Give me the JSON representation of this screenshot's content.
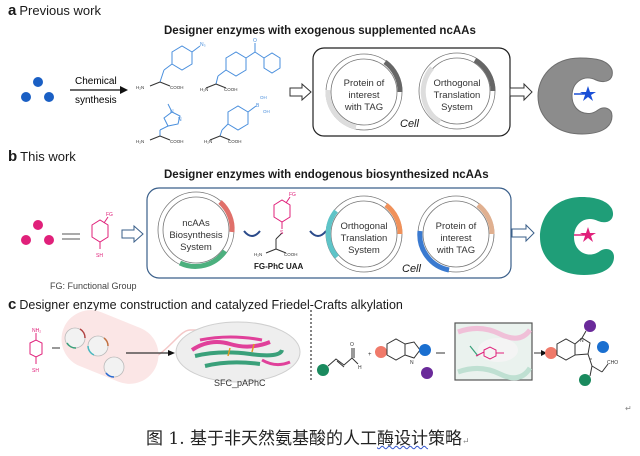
{
  "panel_a": {
    "letter": "a",
    "label": "Previous work",
    "title": "Designer enzymes with exogenous supplemented ncAAs",
    "arrow_label_top": "Chemical",
    "arrow_label_bottom": "synthesis",
    "molecule_labels": {
      "amine": "H₂N",
      "acid": "COOH",
      "azide": "N₃",
      "ketone_o": "O",
      "boronic_oh1": "OH",
      "boronic_oh2": "OH",
      "boron": "B",
      "n": "N"
    },
    "plasmid1": [
      "Protein of",
      "interest",
      "with TAG"
    ],
    "plasmid2": [
      "Orthogonal",
      "Translation",
      "System"
    ],
    "cell_label": "Cell",
    "colors": {
      "dots": "#1a5fc4",
      "molecules": "#4a8fdd",
      "enzyme": "#8c8c8c",
      "star": "#1a4fd6"
    }
  },
  "panel_b": {
    "letter": "b",
    "label": "This work",
    "title": "Designer enzymes with endogenous biosynthesized ncAAs",
    "fg_label": "FG",
    "sh_label": "SH",
    "fg_legend": "FG: Functional Group",
    "plasmid1": [
      "ncAAs",
      "Biosynthesis",
      "System"
    ],
    "uaa_label": "FG-PhC UAA",
    "uaa_s": "S",
    "plasmid2": [
      "Orthogonal",
      "Translation",
      "System"
    ],
    "plasmid3": [
      "Protein of",
      "interest",
      "with TAG"
    ],
    "cell_label": "Cell",
    "colors": {
      "dots": "#e0207a",
      "enzyme": "#1f9e78",
      "star": "#e0207a",
      "box": "#3a5f8a"
    }
  },
  "panel_c": {
    "letter": "c",
    "label": "Designer enzyme construction and catalyzed Friedel-Crafts alkylation",
    "nh2": "NH₂",
    "sh": "SH",
    "protein_label": "SFC_pAPhC",
    "aldehyde_o": "O",
    "aldehyde_h": "H",
    "plus": "+",
    "indole_n": "N",
    "product_cho": "CHO",
    "stereo": "*",
    "colors": {
      "green": "#1a8a5e",
      "salmon": "#f07a6a",
      "blue": "#1a6fd0",
      "purple": "#6a2a9a",
      "pink": "#e0409a"
    }
  },
  "caption": {
    "prefix": "图 1.",
    "text_a": "基于非天然氨基酸的人工",
    "text_wavy": "酶设计",
    "text_b": "策略",
    "para_mark": "↵"
  },
  "para_mark_right": "↵"
}
